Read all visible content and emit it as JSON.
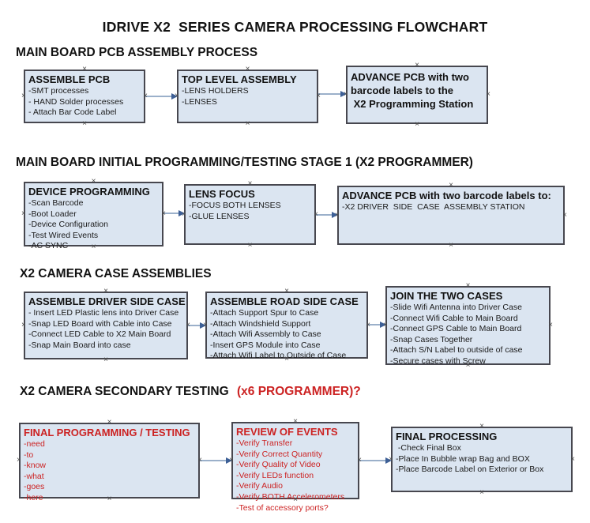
{
  "title": "IDRIVE X2  SERIES CAMERA PROCESSING FLOWCHART",
  "colors": {
    "box_fill": "#dbe5f1",
    "box_border": "#47474f",
    "red_text": "#cc2222",
    "arrow_line": "#9bb0ca",
    "arrow_head": "#3d5f96"
  },
  "icons": {
    "connection_handle": "×"
  },
  "sections": [
    {
      "heading": "MAIN BOARD PCB ASSEMBLY PROCESS",
      "boxes": [
        {
          "title": "ASSEMBLE PCB",
          "items": [
            "-SMT processes",
            "- HAND Solder processes",
            "- Attach Bar Code Label"
          ]
        },
        {
          "title": "TOP LEVEL ASSEMBLY",
          "items": [
            "-LENS HOLDERS",
            "-LENSES"
          ]
        },
        {
          "title_lines": [
            "ADVANCE PCB with two",
            "barcode labels to the",
            " X2 Programming Station"
          ]
        }
      ]
    },
    {
      "heading": "MAIN BOARD INITIAL PROGRAMMING/TESTING STAGE 1 (X2 PROGRAMMER)",
      "boxes": [
        {
          "title": "DEVICE PROGRAMMING",
          "items": [
            "-Scan Barcode",
            "-Boot Loader",
            "-Device Configuration",
            "-Test Wired Events",
            "-AC SYNC"
          ]
        },
        {
          "title": "LENS FOCUS",
          "items": [
            "-FOCUS BOTH LENSES",
            "-GLUE LENSES"
          ]
        },
        {
          "title": "ADVANCE PCB with two barcode labels to:",
          "items": [
            "-X2 DRIVER  SIDE  CASE  ASSEMBLY STATION"
          ]
        }
      ]
    },
    {
      "heading": "X2 CAMERA CASE ASSEMBLIES",
      "boxes": [
        {
          "title": "ASSEMBLE DRIVER SIDE CASE",
          "items": [
            "- Insert LED Plastic lens into Driver Case",
            "-Snap LED Board with Cable into Case",
            "-Connect LED Cable to X2 Main Board",
            "-Snap Main Board into case"
          ]
        },
        {
          "title": "ASSEMBLE ROAD SIDE CASE",
          "items": [
            "-Attach Support Spur to Case",
            "-Attach Windshield Support",
            "-Attach Wifi Assembly to Case",
            "-Insert GPS Module into Case",
            "-Attach Wifi Label to Outside of Case"
          ]
        },
        {
          "title": "JOIN THE TWO CASES",
          "items": [
            "-Slide Wifi Antenna into Driver Case",
            "-Connect Wifi Cable to Main Board",
            "-Connect GPS Cable to Main Board",
            "-Snap Cases Together",
            "-Attach S/N Label to outside of case",
            "-Secure cases with Screw"
          ]
        }
      ]
    },
    {
      "heading": "X2 CAMERA SECONDARY TESTING ",
      "heading_red": "(x6 PROGRAMMER)?",
      "boxes": [
        {
          "title": "FINAL PROGRAMMING / TESTING",
          "items": [
            "-need",
            "-to",
            "-know",
            "-what",
            "-goes",
            "-here"
          ]
        },
        {
          "title": "REVIEW OF EVENTS",
          "items": [
            "-Verify Transfer",
            "-Verify Correct Quantity",
            "-Verify Quality of Video",
            "-Verify LEDs function",
            "-Verify Audio",
            "-Verify BOTH Accelerometers",
            "-Test of accessory ports?"
          ]
        },
        {
          "title": "FINAL PROCESSING",
          "items": [
            " -Check Final Box",
            "-Place In Bubble wrap Bag and BOX",
            "-Place Barcode Label on Exterior or Box"
          ]
        }
      ]
    }
  ]
}
